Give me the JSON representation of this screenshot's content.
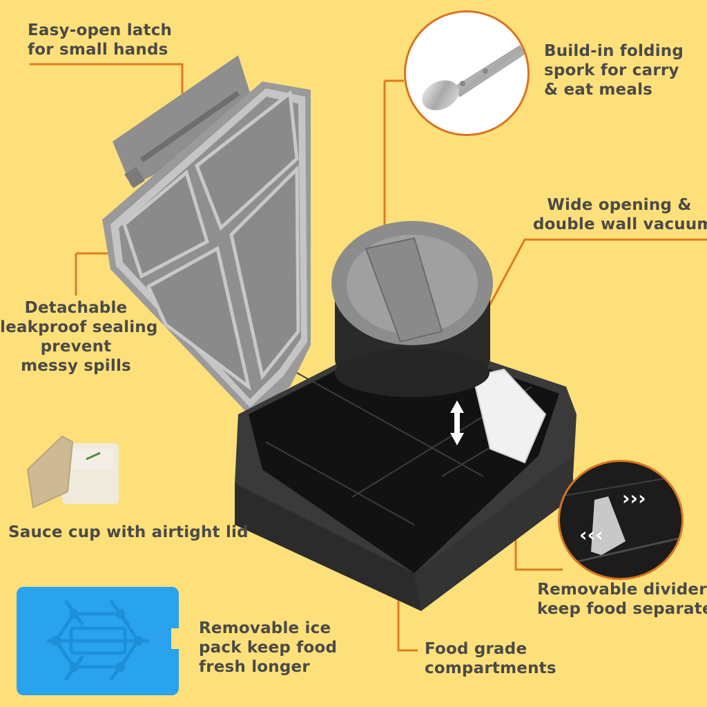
{
  "background_color": "#fde07a",
  "accent_color": "#e07a1f",
  "text_color": "#4a4a48",
  "callouts": [
    {
      "id": "latch",
      "lines": [
        "Easy-open latch",
        "for small hands"
      ]
    },
    {
      "id": "spork",
      "lines": [
        "Build-in folding",
        "spork for carry",
        "& eat meals"
      ]
    },
    {
      "id": "vacuum",
      "lines": [
        "Wide opening &",
        "double wall vacuum"
      ]
    },
    {
      "id": "sealing",
      "lines": [
        "Detachable",
        "leakproof sealing",
        "prevent",
        "messy spills"
      ]
    },
    {
      "id": "sauce",
      "lines": [
        "Sauce cup with airtight lid"
      ]
    },
    {
      "id": "divider",
      "lines": [
        "Removable divider",
        "keep food separate"
      ]
    },
    {
      "id": "icepack",
      "lines": [
        "Removable ice",
        "pack keep food",
        "fresh longer"
      ]
    },
    {
      "id": "compartments",
      "lines": [
        "Food grade",
        "compartments"
      ]
    }
  ],
  "images": {
    "lunchbox": "lunchbox-product-image",
    "spork": "folding-spork-inset",
    "divider": "removable-divider-inset",
    "sauce_cup": "sauce-cup-image",
    "ice_pack": "ice-pack-image"
  }
}
